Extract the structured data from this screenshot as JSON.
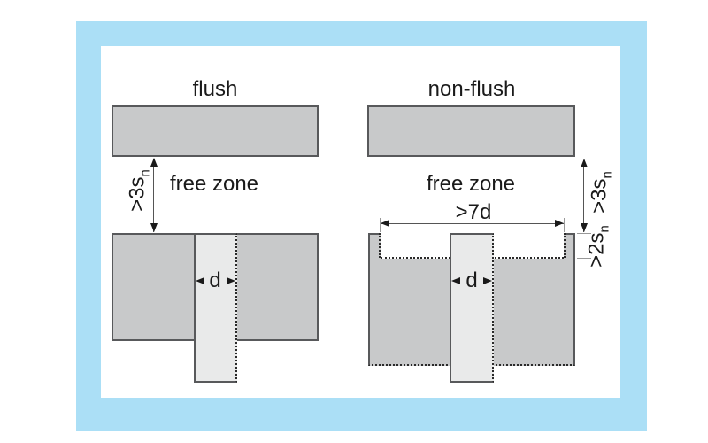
{
  "colors": {
    "frame_blue": "#abdff6",
    "block_fill": "#c8c9ca",
    "sensor_fill": "#e9eaea",
    "outline": "#58595b",
    "dim_line": "#555555",
    "ext_line": "#999999",
    "dotted": "#2a2a2a",
    "arrow": "#1a1a1a",
    "text": "#1a1a1a"
  },
  "flush": {
    "title": "flush",
    "free_zone": "free zone",
    "diameter": "d",
    "clearance": {
      "text": ">3s",
      "sub": "n"
    }
  },
  "non_flush": {
    "title": "non-flush",
    "free_zone": "free zone",
    "diameter": "d",
    "clearance": {
      "text": ">3s",
      "sub": "n"
    },
    "recess_width": ">7d",
    "recess_depth": {
      "text": ">2s",
      "sub": "n"
    }
  }
}
